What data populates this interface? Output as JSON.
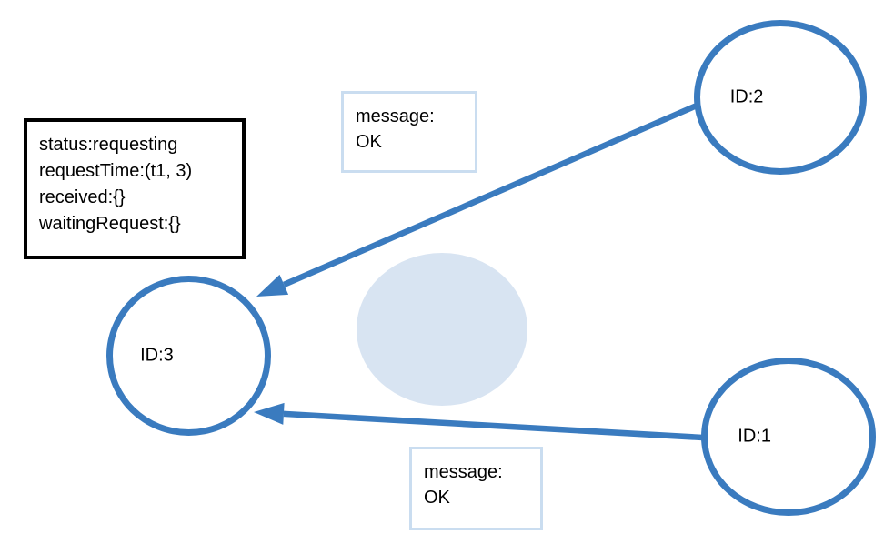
{
  "diagram": {
    "status_box": {
      "lines": [
        "status:requesting",
        "requestTime:(t1, 3)",
        "received:{}",
        "waitingRequest:{}"
      ]
    },
    "message_boxes": [
      {
        "label": "message:",
        "value": "OK"
      },
      {
        "label": "message:",
        "value": "OK"
      }
    ],
    "nodes": [
      {
        "label": "ID:2"
      },
      {
        "label": "ID:3"
      },
      {
        "label": "ID:1"
      }
    ],
    "edges": [
      {
        "from": "ID:2",
        "to": "ID:3"
      },
      {
        "from": "ID:1",
        "to": "ID:3"
      }
    ],
    "colors": {
      "edge": "#3A7BBF",
      "node_border": "#3A7BBF",
      "highlight_fill": "#D8E4F2",
      "message_border": "#CADDF0",
      "status_border": "#000000"
    }
  }
}
